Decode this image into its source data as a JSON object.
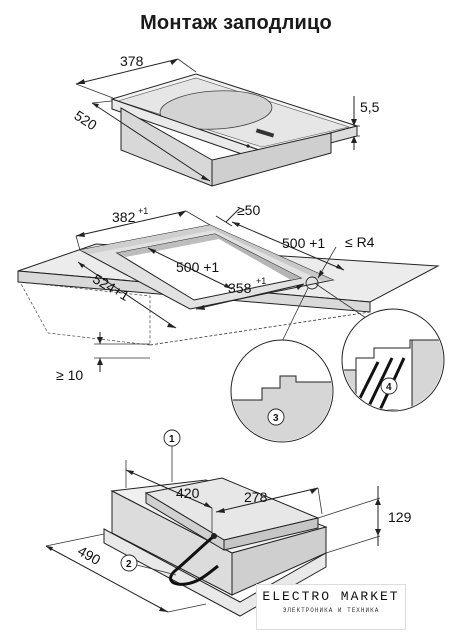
{
  "title": "Монтаж заподлицо",
  "dimensions": {
    "cooktop_width": "378",
    "cooktop_depth": "520",
    "cooktop_thickness": "5,5",
    "cutout_outer_width": "382",
    "cutout_outer_width_tol": "+1",
    "cutout_inner_width": "358",
    "cutout_inner_width_tol": "+1",
    "cutout_outer_depth": "524+1",
    "cutout_inner_depth": "500 +1",
    "cutout_side_depth": "500 +1",
    "min_back_clearance": "≥50",
    "corner_radius": "≤ R4",
    "min_front_clearance": "≥ 10",
    "unit_top_width": "420",
    "unit_top_depth": "278",
    "unit_height": "129",
    "unit_depth": "490"
  },
  "callouts": {
    "c1": "1",
    "c2": "2",
    "c3": "3",
    "c4": "4"
  },
  "logo": {
    "main": "ELECTRO MARKET",
    "sub": "ЭЛЕКТРОНИКА И ТЕХНИКА"
  }
}
